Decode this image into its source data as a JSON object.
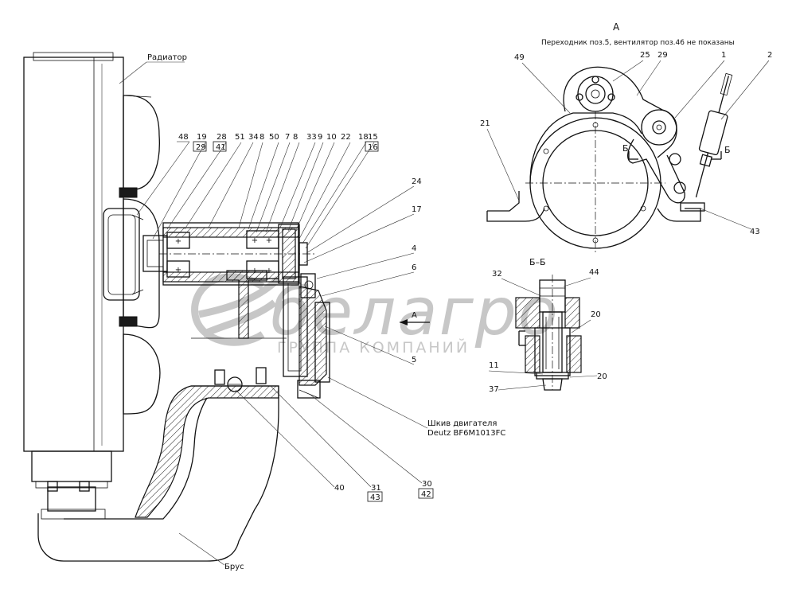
{
  "corner_mark": "",
  "view_a": {
    "title": "А",
    "note": "Переходник поз.5, вентилятор поз.46 не показаны"
  },
  "section_bb": {
    "title": "Б–Б"
  },
  "cut_marks": {
    "left": "Б",
    "right": "Б"
  },
  "text_labels": {
    "radiator": "Радиатор",
    "engine_pulley_line1": "Шкив двигателя",
    "engine_pulley_line2": "Deutz BF6M1013FC",
    "bracket": "Брус",
    "arrow_a": "А"
  },
  "top_callouts": [
    "48",
    "19",
    "28",
    "51",
    "34",
    "8",
    "50",
    "7",
    "8",
    "33",
    "9",
    "10",
    "22",
    "18",
    "15"
  ],
  "boxed_callouts": [
    "29",
    "41",
    "16",
    "43",
    "42"
  ],
  "side_callouts": [
    "24",
    "17",
    "4",
    "6",
    "5"
  ],
  "bottom_callouts": [
    "40",
    "31",
    "30"
  ],
  "view_a_callouts": [
    "49",
    "25",
    "29",
    "1",
    "2",
    "21",
    "43"
  ],
  "section_callouts": [
    "32",
    "44",
    "20",
    "11",
    "20",
    "37"
  ],
  "watermark": {
    "brand": "белагро",
    "subtitle": "ГРУППА КОМПАНИЙ"
  }
}
